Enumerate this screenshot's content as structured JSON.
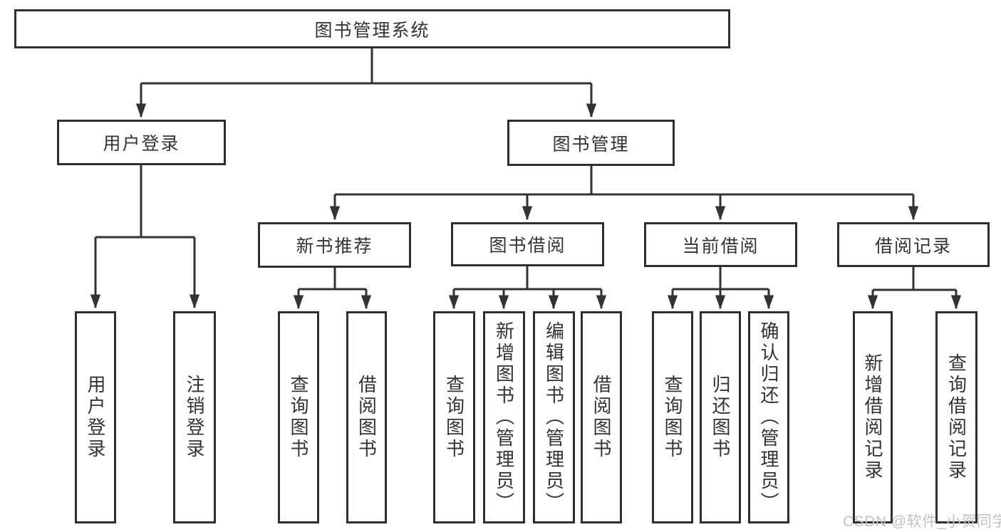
{
  "tree": {
    "root": {
      "label": "图书管理系统"
    },
    "branches": [
      {
        "label": "用户登录",
        "children": [
          {
            "label": "用户登录"
          },
          {
            "label": "注销登录"
          }
        ]
      },
      {
        "label": "图书管理",
        "sections": [
          {
            "label": "新书推荐",
            "children": [
              {
                "label": "查询图书"
              },
              {
                "label": "借阅图书"
              }
            ]
          },
          {
            "label": "图书借阅",
            "children": [
              {
                "label": "查询图书"
              },
              {
                "label": "新增图书（管理员）"
              },
              {
                "label": "编辑图书（管理员）"
              },
              {
                "label": "借阅图书"
              }
            ]
          },
          {
            "label": "当前借阅",
            "children": [
              {
                "label": "查询图书"
              },
              {
                "label": "归还图书"
              },
              {
                "label": "确认归还（管理员）"
              }
            ]
          },
          {
            "label": "借阅记录",
            "children": [
              {
                "label": "新增借阅记录"
              },
              {
                "label": "查询借阅记录"
              }
            ]
          }
        ]
      }
    ]
  },
  "watermark": {
    "text": "CSDN @软件_小贺同学"
  },
  "colors": {
    "line": "#333333",
    "box_border": "#2f2f2f",
    "text": "#333333",
    "background": "#ffffff",
    "watermark": "#c2c2c2"
  }
}
